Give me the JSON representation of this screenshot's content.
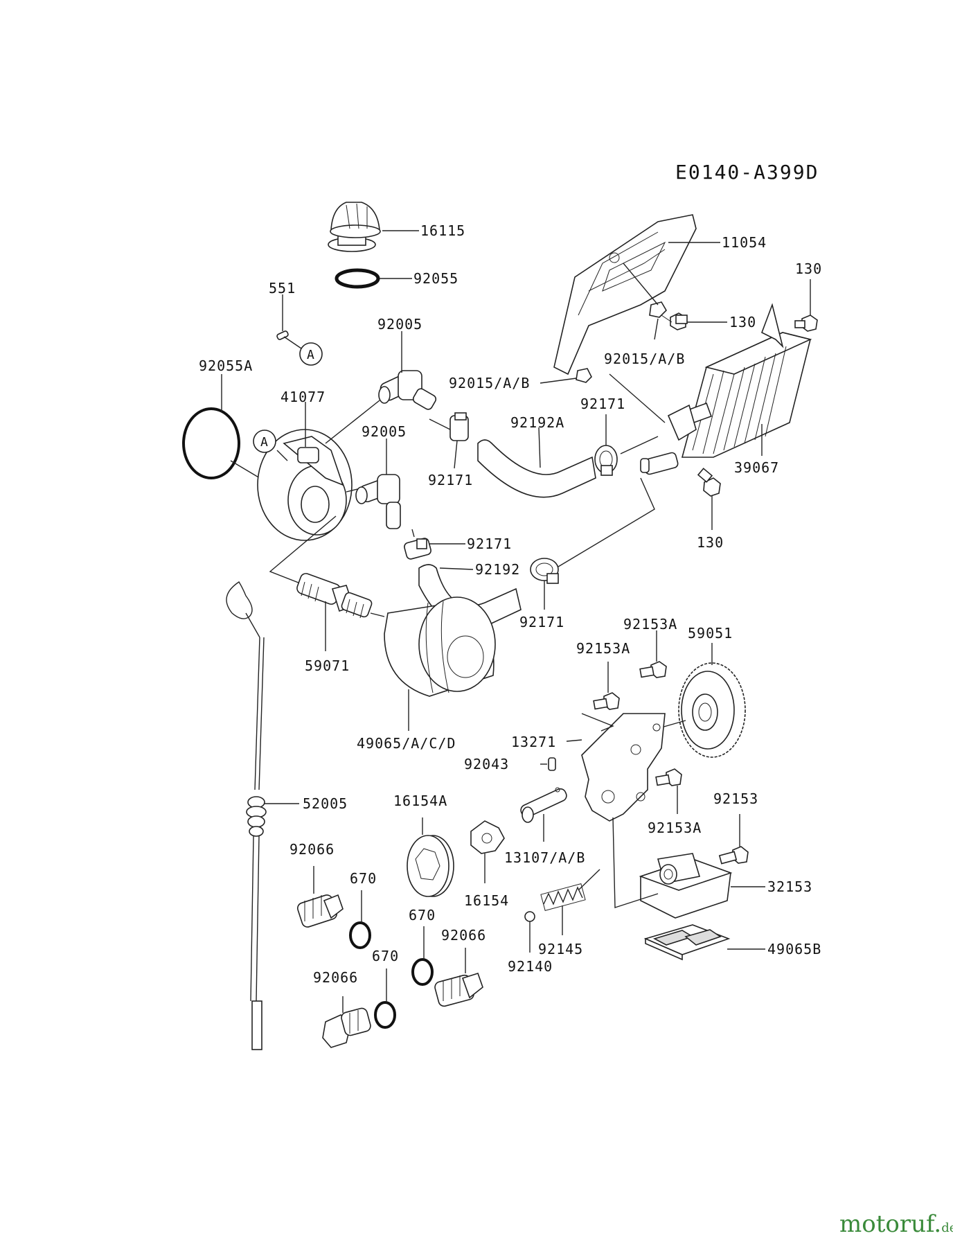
{
  "diagram_code": "E0140-A399D",
  "labels": {
    "p16115": "16115",
    "p92055": "92055",
    "p11054": "11054",
    "p130a": "130",
    "p130b": "130",
    "p130c": "130",
    "p551": "551",
    "p92005a": "92005",
    "p92005b": "92005",
    "p92015a": "92015/A/B",
    "p92015b": "92015/A/B",
    "p92055A": "92055A",
    "p41077": "41077",
    "p92171a": "92171",
    "p92171b": "92171",
    "p92171c": "92171",
    "p92171d": "92171",
    "p92192A": "92192A",
    "p39067": "39067",
    "p92192": "92192",
    "p59071": "59071",
    "p49065": "49065/A/C/D",
    "p92153Aa": "92153A",
    "p92153Ab": "92153A",
    "p92153Ac": "92153A",
    "p59051": "59051",
    "p13271": "13271",
    "p92043": "92043",
    "p52005": "52005",
    "p16154A": "16154A",
    "p92153": "92153",
    "p13107": "13107/A/B",
    "p32153": "32153",
    "p92066a": "92066",
    "p92066b": "92066",
    "p92066c": "92066",
    "p670a": "670",
    "p670b": "670",
    "p670c": "670",
    "p16154": "16154",
    "p92145": "92145",
    "p92140": "92140",
    "p49065B": "49065B"
  },
  "ref_marks": {
    "a1": "A",
    "a2": "A"
  },
  "watermark": {
    "main": "motoruf",
    "dot": ".",
    "suffix": "de"
  },
  "colors": {
    "line": "#222222",
    "watermark_green": "#3a8a3a",
    "watermark_orange": "#c8742a"
  }
}
